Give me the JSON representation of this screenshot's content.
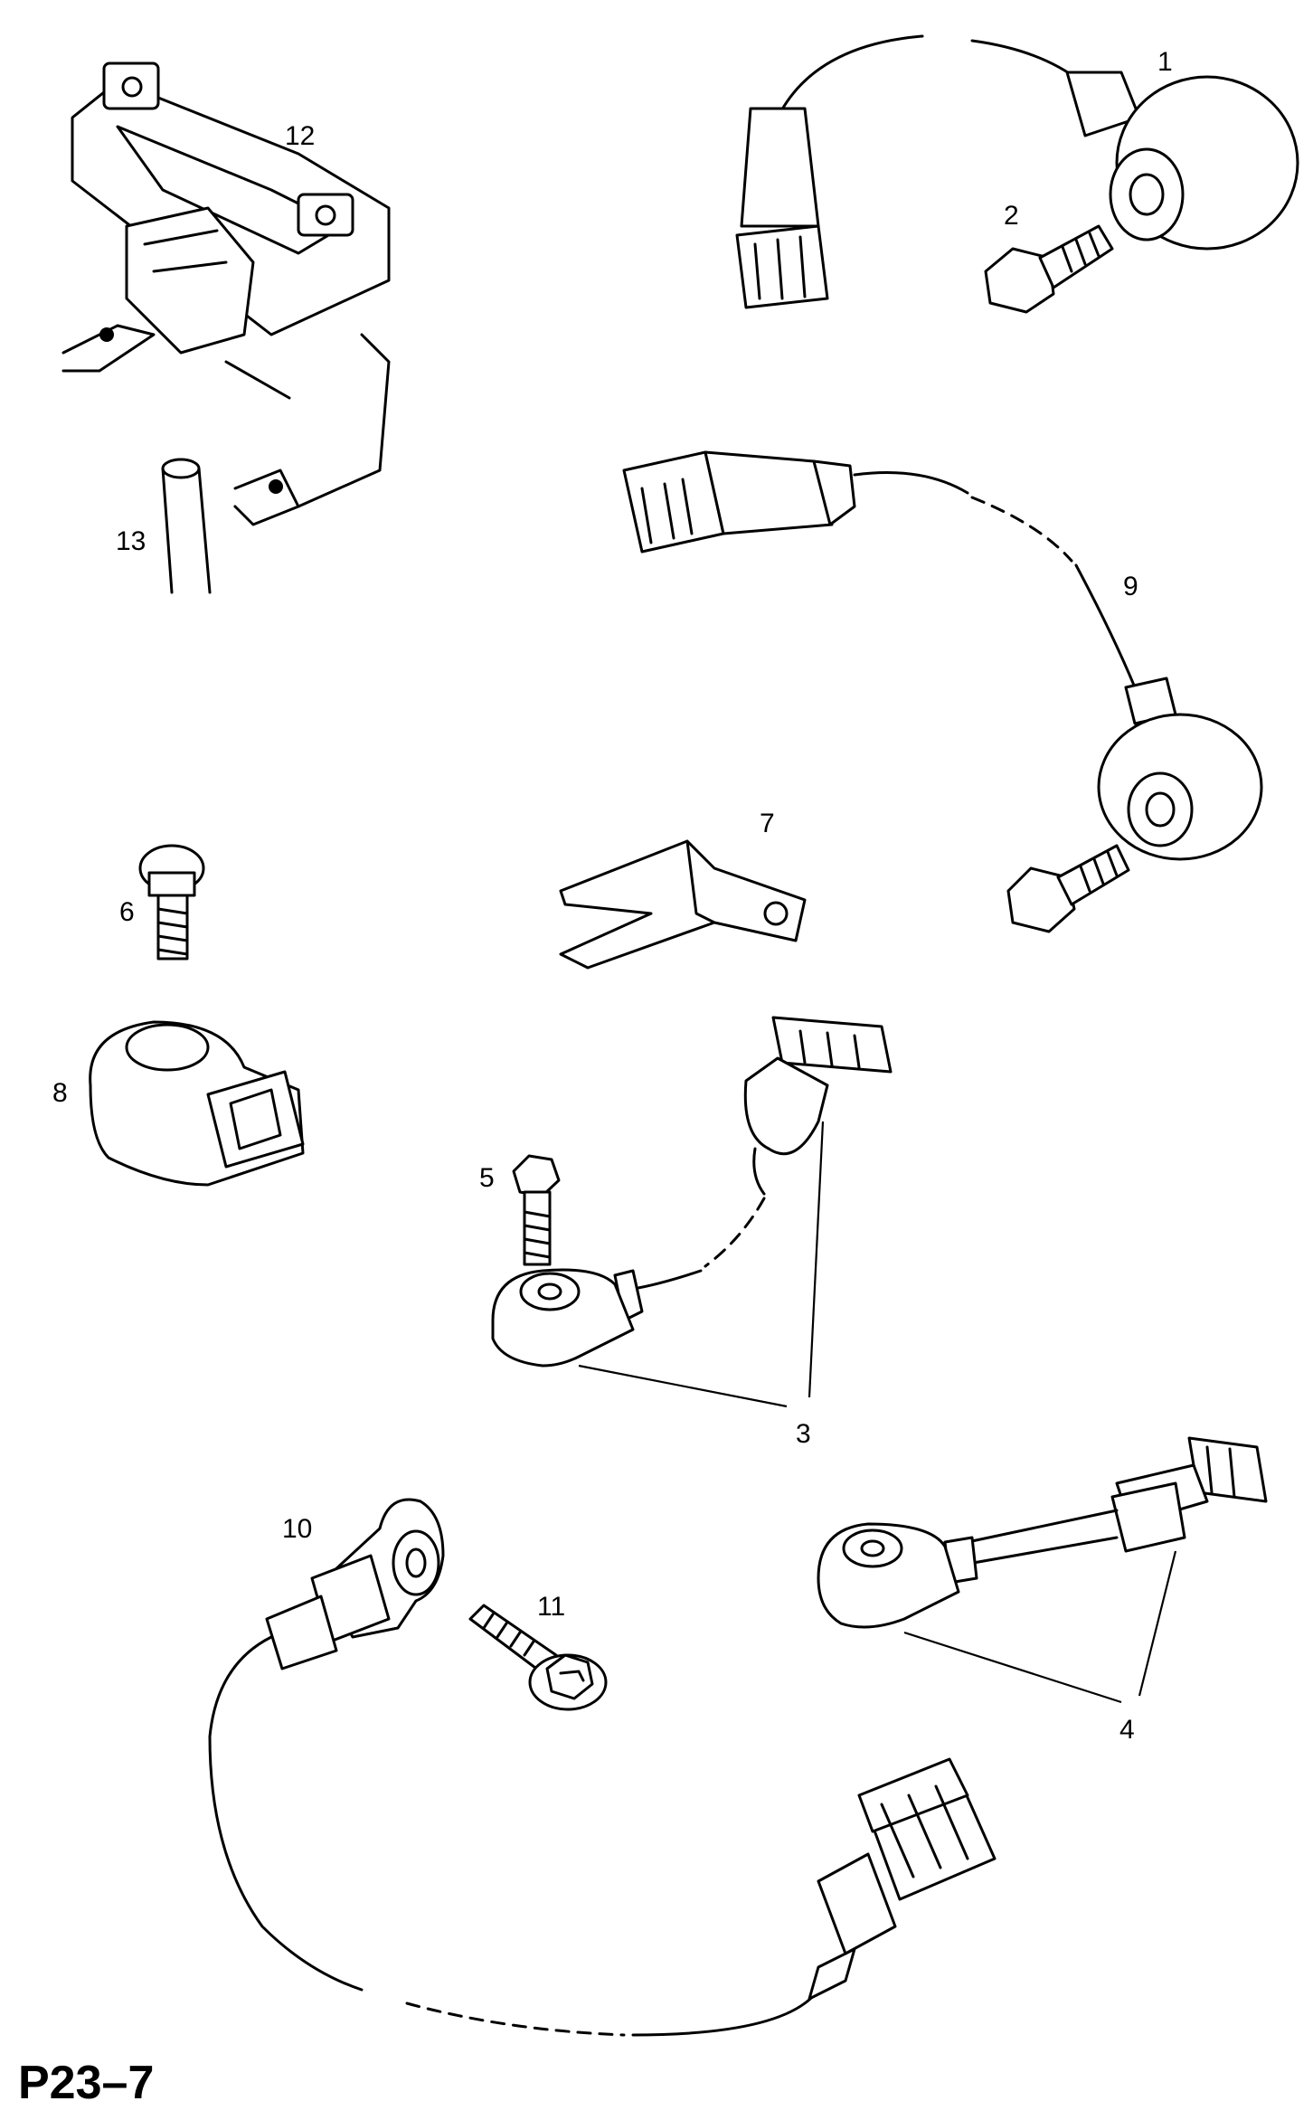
{
  "page_code": "P23–7",
  "labels": {
    "l1": "1",
    "l2": "2",
    "l3": "3",
    "l4": "4",
    "l5": "5",
    "l6": "6",
    "l7": "7",
    "l8": "8",
    "l9": "9",
    "l10": "10",
    "l11": "11",
    "l12": "12",
    "l13": "13"
  }
}
